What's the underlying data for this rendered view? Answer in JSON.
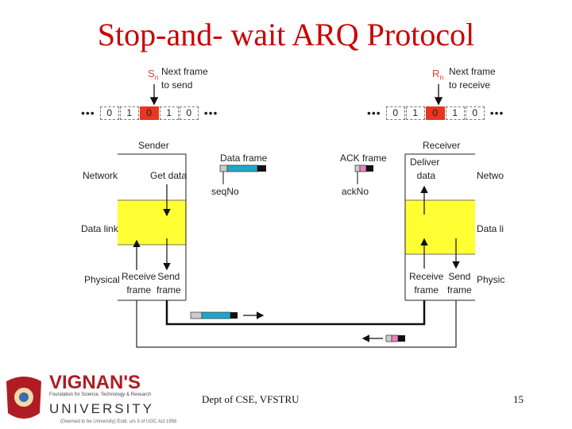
{
  "title": "Stop-and- wait ARQ Protocol",
  "sender_window": {
    "pointer_label": "S",
    "pointer_sub": "n",
    "caption_line1": "Next frame",
    "caption_line2": "to send",
    "cells": [
      "0",
      "1",
      "0",
      "1",
      "0"
    ],
    "current_index": 2,
    "ellipsis": "•••"
  },
  "receiver_window": {
    "pointer_label": "R",
    "pointer_sub": "n",
    "caption_line1": "Next frame",
    "caption_line2": "to receive",
    "cells": [
      "0",
      "1",
      "0",
      "1",
      "0"
    ],
    "current_index": 2,
    "ellipsis": "•••"
  },
  "sender": {
    "heading": "Sender",
    "layer_network": "Network",
    "layer_datalink": "Data link",
    "layer_physical": "Physical",
    "get_data": "Get data",
    "receive_frame_1": "Receive",
    "receive_frame_2": "frame",
    "send_frame_1": "Send",
    "send_frame_2": "frame"
  },
  "receiver": {
    "heading": "Receiver",
    "layer_network": "Netwo",
    "layer_datalink": "Data li",
    "layer_physical": "Physic",
    "deliver_1": "Deliver",
    "deliver_2": "data",
    "receive_frame_1": "Receive",
    "receive_frame_2": "frame",
    "send_frame_1": "Send",
    "send_frame_2": "frame"
  },
  "legend": {
    "data_frame": "Data frame",
    "seq_no": "seqNo",
    "ack_frame": "ACK frame",
    "ack_no": "ackNo"
  },
  "colors": {
    "title": "#cc0000",
    "datalink_band": "#ffff33",
    "data_frame": "#1ea7c9",
    "ack_frame": "#e87fc4",
    "current_cell": "#e8361f"
  },
  "footer": {
    "dept": "Dept of CSE, VFSTRU",
    "page": "15"
  },
  "logo": {
    "name": "VIGNAN'S",
    "tagline": "Foundation for Science, Technology & Research",
    "university": "UNIVERSITY",
    "established": "(Deemed to be University) Estd. u/s 3 of UGC Act 1956"
  }
}
